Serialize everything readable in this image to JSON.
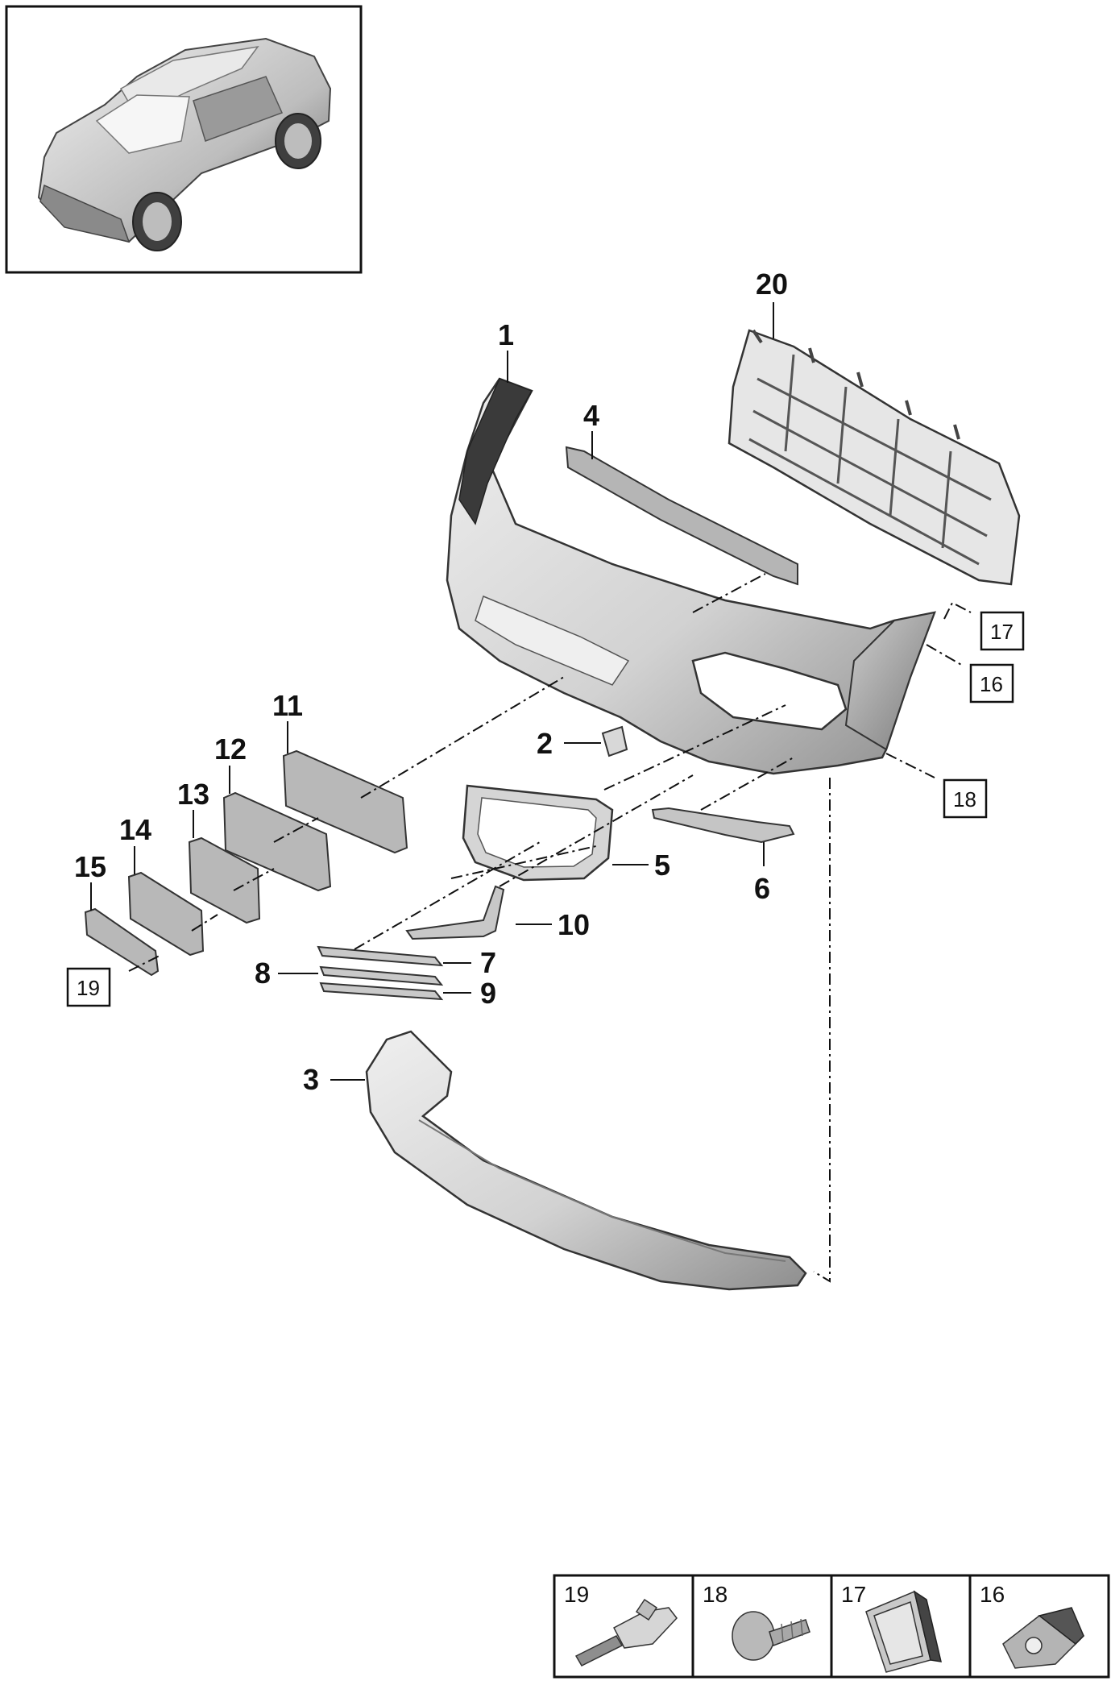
{
  "callouts": {
    "c1": "1",
    "c2": "2",
    "c3": "3",
    "c4": "4",
    "c5": "5",
    "c6": "6",
    "c7": "7",
    "c8": "8",
    "c9": "9",
    "c10": "10",
    "c11": "11",
    "c12": "12",
    "c13": "13",
    "c14": "14",
    "c15": "15",
    "c20": "20"
  },
  "boxed_refs": {
    "b16": "16",
    "b17": "17",
    "b18": "18",
    "b19": "19"
  },
  "legend": {
    "items": [
      "19",
      "18",
      "17",
      "16"
    ]
  },
  "colors": {
    "line": "#111111",
    "part_light": "#dcdcdc",
    "part_mid": "#a9a9a9",
    "part_dark": "#6e6e6e"
  }
}
